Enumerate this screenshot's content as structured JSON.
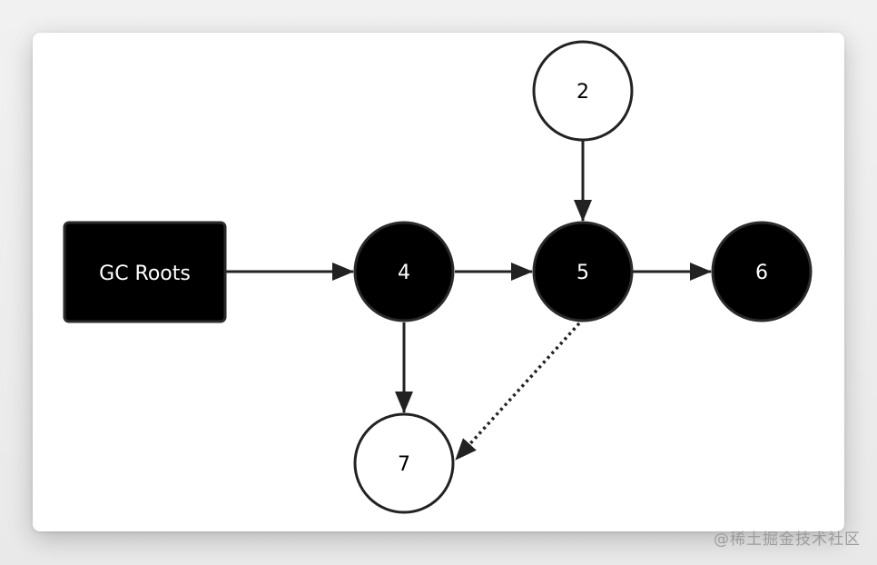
{
  "diagram": {
    "root": {
      "label": "GC Roots"
    },
    "nodes": {
      "n2": {
        "label": "2",
        "reachable": false
      },
      "n4": {
        "label": "4",
        "reachable": true
      },
      "n5": {
        "label": "5",
        "reachable": true
      },
      "n6": {
        "label": "6",
        "reachable": true
      },
      "n7": {
        "label": "7",
        "reachable": false
      }
    },
    "edges": [
      {
        "from": "GC Roots",
        "to": "4",
        "style": "solid"
      },
      {
        "from": "4",
        "to": "5",
        "style": "solid"
      },
      {
        "from": "5",
        "to": "6",
        "style": "solid"
      },
      {
        "from": "2",
        "to": "5",
        "style": "solid"
      },
      {
        "from": "4",
        "to": "7",
        "style": "solid"
      },
      {
        "from": "5",
        "to": "7",
        "style": "dotted"
      }
    ],
    "colors": {
      "reachable_fill": "#000000",
      "unreachable_fill": "#ffffff",
      "stroke": "#222222"
    }
  },
  "watermark": "@稀土掘金技术社区"
}
